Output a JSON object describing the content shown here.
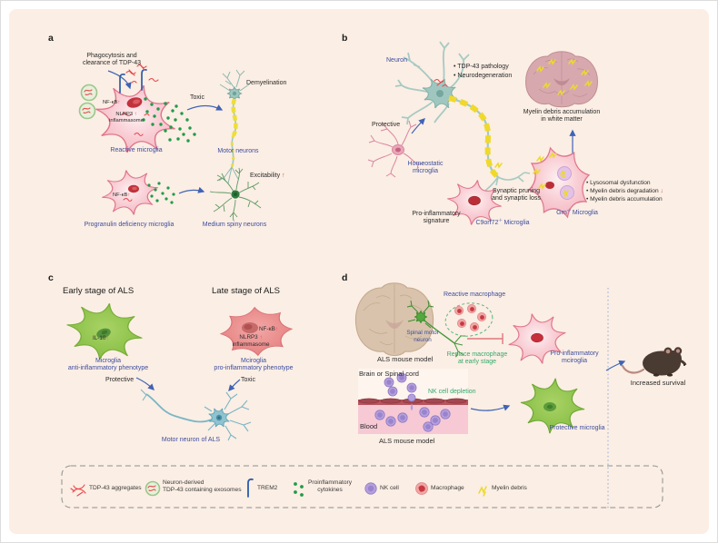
{
  "figure": {
    "background": "#fbeee4",
    "accent_blue": "#3c4d9f",
    "accent_green": "#34a96c",
    "accent_red": "#e8474b"
  },
  "panel_a": {
    "letter": "a",
    "phagocytosis_note": "Phagocytosis and\nclearance of TDP-43",
    "nfkb": "NF-κB",
    "up": "↑",
    "nlrp3_line1": "NLRP3",
    "nlrp3_line2": "inflammasome",
    "reactive_microglia": "Reactive microglia",
    "toxic": "Toxic",
    "demyelination": "Demyelination",
    "motor_neurons": "Motor neurons",
    "progranulin_microglia": "Progranulin deficiency  microglia",
    "medium_spiny_neurons": "Medium spiny neurons",
    "excitability": "Excitability"
  },
  "panel_b": {
    "letter": "b",
    "neuron": "Neuron",
    "bullet_tdp43": "•  TDP-43 pathology",
    "bullet_neurodegeneration": "•  Neurodegeneration",
    "protective": "Protective",
    "homeostatic_microglia": "Homeostatic\nmicroglia",
    "proinflammatory_signature": "Pro-inflammatory\nsignature",
    "c9orf72_gene": "C9orf72",
    "c9orf72_sup": "-/-",
    "microglia_word": " Microglia",
    "synaptic": "Synaptic pruning\nand synaptic loss",
    "grn_gene": "Grn",
    "grn_sup": "-/-",
    "bullet_lysosomal": "•  Lysosomal dysfunction",
    "bullet_degradation": "•  Myelin debris degradation ",
    "down": "↓",
    "bullet_accumulation": "•  Myelin debris accumulation",
    "myelin_accumulation": "Myelin debris accumulation\nin white matter"
  },
  "panel_c": {
    "letter": "c",
    "early_stage": "Early stage of ALS",
    "late_stage": "Late stage of ALS",
    "il10": "IL-10",
    "up": "↑",
    "anti_inflammatory": "Microglia\nanti-inflammatory phenotype",
    "nfkb": "NF-κB",
    "nlrp3_line1": "NLRP3 ",
    "nlrp3_line2": "inflammasome",
    "pro_inflammatory": "Mciroglia\npro-inflammatory phenotype",
    "protective": "Protective",
    "toxic": "Toxic",
    "motor_neuron_als": "Motor neuron of ALS"
  },
  "panel_d": {
    "letter": "d",
    "reactive_macrophage": "Reactive macrophage",
    "spinal_motor_neuron": "Spinal motor\nneuron",
    "als_mouse_model_1": "ALS mouse model",
    "replace_macrophage": "Replace macrophage\nat early stage",
    "pro_inflammatory_microglia": "Pro-inflammatory\nmciroglia",
    "brain_or_spinal_cord": "Brain or Spinal cord",
    "nk_cell_depletion": "NK cell depletion",
    "blood": "Blood",
    "als_mouse_model_2": "ALS mouse model",
    "protective_microglia": "Protective microglia",
    "increased_survival": "Increased survival"
  },
  "legend": {
    "tdp43_aggregates": "TDP-43 aggregates",
    "exosomes": "Neuron-derived\nTDP-43 containing exosomes",
    "trem2": "TREM2",
    "cytokines": "Proinflammatory\ncytokines",
    "nk_cell": "NK cell",
    "macrophage": "Macrophage",
    "myelin_debris": "Myelin debris"
  }
}
